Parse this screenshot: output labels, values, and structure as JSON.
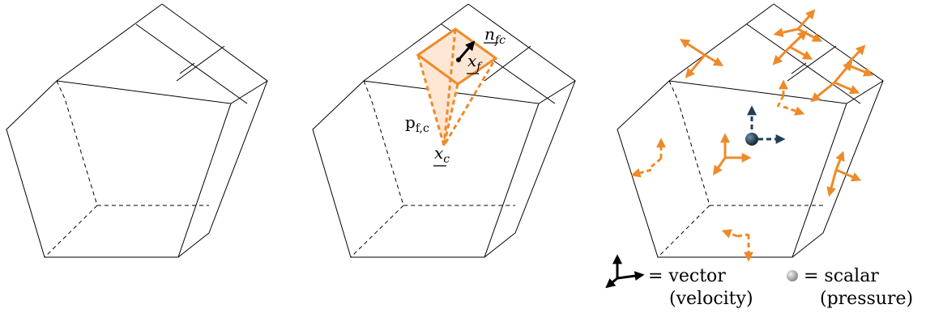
{
  "labels": {
    "normal": "n",
    "normal_sub": "fc",
    "face_center": "x",
    "face_center_sub": "f",
    "pyramid": "p",
    "pyramid_sub": "f,c",
    "cell_center": "x",
    "cell_center_sub": "c"
  },
  "legend": {
    "vector_eq": "= vector",
    "vector_desc": "(velocity)",
    "scalar_eq": "= scalar",
    "scalar_desc": "(pressure)"
  },
  "colors": {
    "edges": "#000000",
    "highlight": "#ee8a2a",
    "pyramid_fill": "#fde7d4",
    "scalar": "#1f3f55"
  }
}
